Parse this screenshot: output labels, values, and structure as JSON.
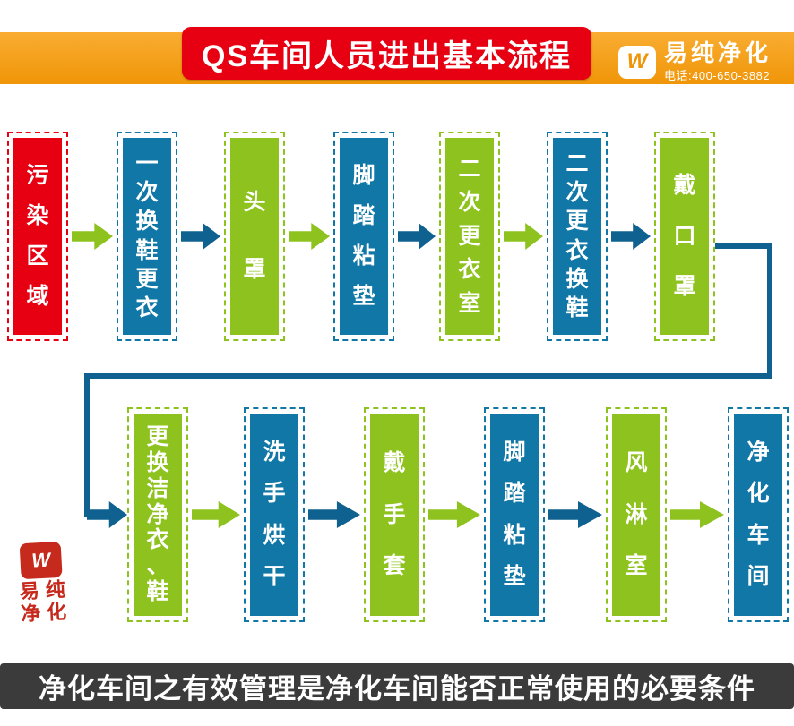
{
  "header": {
    "title": "QS车间人员进出基本流程",
    "brand": {
      "name": "易纯净化",
      "phone": "电话:400-650-3882",
      "logo_letter": "W"
    }
  },
  "flow": {
    "row1": [
      {
        "label": "污染区域",
        "color": "red"
      },
      {
        "label": "一次换鞋更衣",
        "color": "blue"
      },
      {
        "label": "头罩",
        "color": "green"
      },
      {
        "label": "脚踏粘垫",
        "color": "blue"
      },
      {
        "label": "二次更衣室",
        "color": "green"
      },
      {
        "label": "二次更衣换鞋",
        "color": "blue"
      },
      {
        "label": "戴口罩",
        "color": "green"
      }
    ],
    "row1_arrows": [
      "green",
      "blue",
      "green",
      "blue",
      "green",
      "blue"
    ],
    "row2": [
      {
        "label": "更换洁净衣、鞋",
        "color": "green"
      },
      {
        "label": "洗手烘干",
        "color": "blue"
      },
      {
        "label": "戴手套",
        "color": "green"
      },
      {
        "label": "脚踏粘垫",
        "color": "blue"
      },
      {
        "label": "风淋室",
        "color": "green"
      },
      {
        "label": "净化车间",
        "color": "blue"
      }
    ],
    "row2_arrows": [
      "green",
      "blue",
      "green",
      "blue",
      "green"
    ]
  },
  "footer": {
    "text": "净化车间之有效管理是净化车间能否正常使用的必要条件"
  },
  "seal": {
    "characters": "易纯净化",
    "logo_letter": "W"
  },
  "colors": {
    "header_orange": "#f09508",
    "title_red": "#e60012",
    "box_red": "#e60012",
    "box_blue": "#1177a6",
    "box_green": "#8ec31f",
    "arrow_green": "#8ec31f",
    "arrow_blue": "#0f6190",
    "connector_blue": "#0f6190",
    "footer_bg": "#3b3b3b",
    "seal_red": "#c62a1c"
  }
}
